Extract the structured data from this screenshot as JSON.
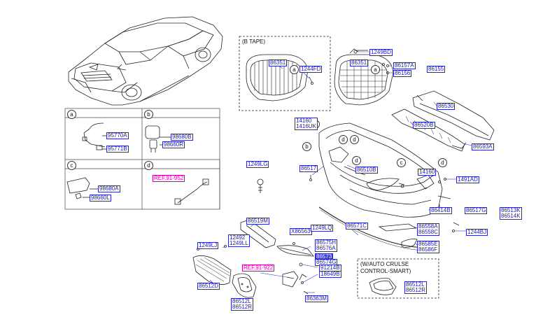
{
  "inset_title": "(B TAPE)",
  "variant_note": "(W/AUTO CRULSE\nCONTROL-SMART)",
  "table_headers": [
    "a",
    "b",
    "c",
    "d",
    "1249LG"
  ],
  "callouts": [
    "a",
    "b",
    "c",
    "d"
  ],
  "labels": {
    "p86351a": "86351",
    "p1244FD": "1244FD",
    "p1249BD": "1249BD",
    "p86351b": "86351",
    "p86157A": "86157A",
    "p86155": "86155",
    "p86156": "86156",
    "p86530": "86530",
    "p86520B": "86520B",
    "p86593A": "86593A",
    "p14160a": "14160\n1416UK",
    "p86517": "86517",
    "p86510B": "86510B",
    "p14160b": "14160",
    "p1491AD": "1491AD",
    "p86414B": "86414B",
    "p86517G": "86517G",
    "p86513K": "86513K\n86514K",
    "p86519M": "86519M",
    "p12492": "12492\n1249LL",
    "pX86563": "X86563",
    "p1249LQ": "1249LQ",
    "p86571C": "86571C",
    "p86558A": "86558A\n86558C",
    "p1244BJ": "1244BJ",
    "p1249LJ": "1249LJ",
    "p86575H": "86575H\n86576A",
    "p86585E": "86585E\n86586F",
    "p86573": "86573",
    "p86574G": "86574G",
    "p91214B": "91214B",
    "p18649B": "18649B",
    "p86512D": "86512D",
    "p86512La": "86512L\n86512R",
    "p86363M": "86363M",
    "p86512Lb": "86512L\n86512R",
    "p95770A": "95770A",
    "p95771B": "95771B",
    "p98680B": "98680B",
    "p98660R": "98660R",
    "p98680A": "98680A",
    "p98660L": "98660L"
  },
  "refs": {
    "r1": "REF.91-952",
    "r2": "REF.91-922"
  }
}
